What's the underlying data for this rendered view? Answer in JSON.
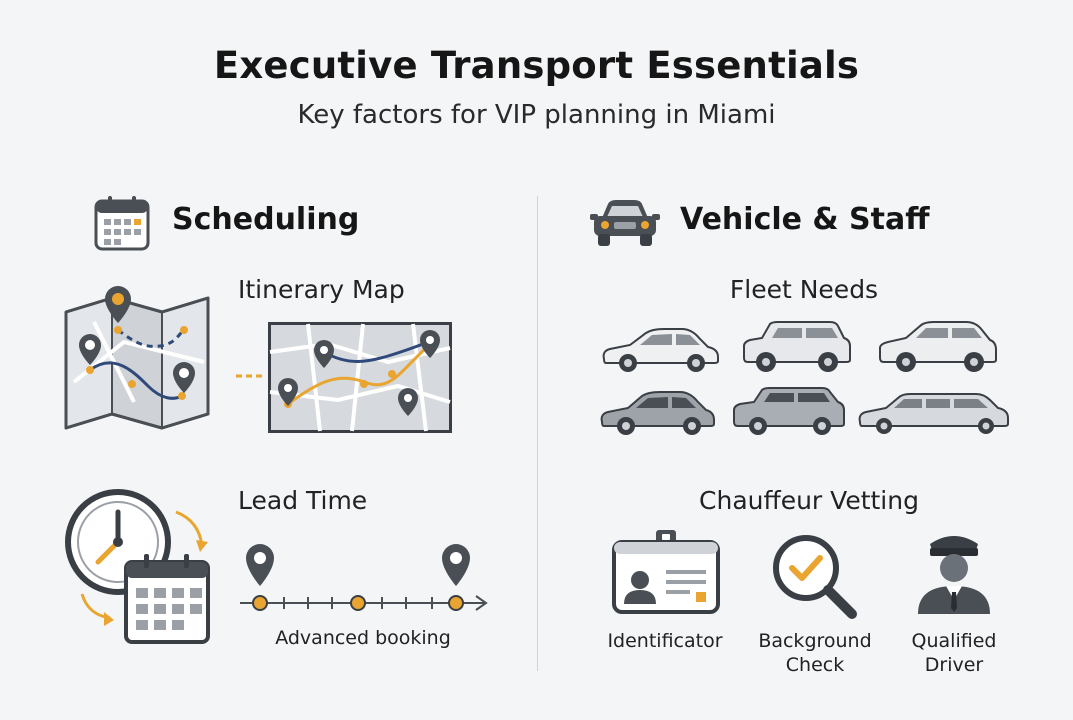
{
  "header": {
    "title": "Executive Transport Essentials",
    "subtitle": "Key factors for VIP planning in Miami"
  },
  "scheduling": {
    "title": "Scheduling",
    "icon": "calendar-icon",
    "itinerary": {
      "label": "Itinerary Map",
      "icons": [
        "folded-map-icon",
        "route-map-icon"
      ]
    },
    "lead_time": {
      "label": "Lead Time",
      "caption": "Advanced booking",
      "icons": [
        "clock-calendar-icon",
        "timeline-icon"
      ]
    }
  },
  "vehicle_staff": {
    "title": "Vehicle & Staff",
    "icon": "car-front-icon",
    "fleet": {
      "label": "Fleet Needs",
      "vehicles": [
        "sedan-icon",
        "suv-icon",
        "crossover-icon",
        "luxury-sedan-icon",
        "luxury-suv-icon",
        "limousine-icon"
      ]
    },
    "vetting": {
      "label": "Chauffeur Vetting",
      "items": [
        {
          "icon": "id-badge-icon",
          "line1": "Identificator",
          "line2": ""
        },
        {
          "icon": "magnifier-check-icon",
          "line1": "Background",
          "line2": "Check"
        },
        {
          "icon": "chauffeur-icon",
          "line1": "Qualified",
          "line2": "Driver"
        }
      ]
    }
  },
  "colors": {
    "accent": "#e9a52f",
    "dark": "#4a4f55",
    "route": "#2f4a7a",
    "map_gray": "#d6d9dd"
  }
}
